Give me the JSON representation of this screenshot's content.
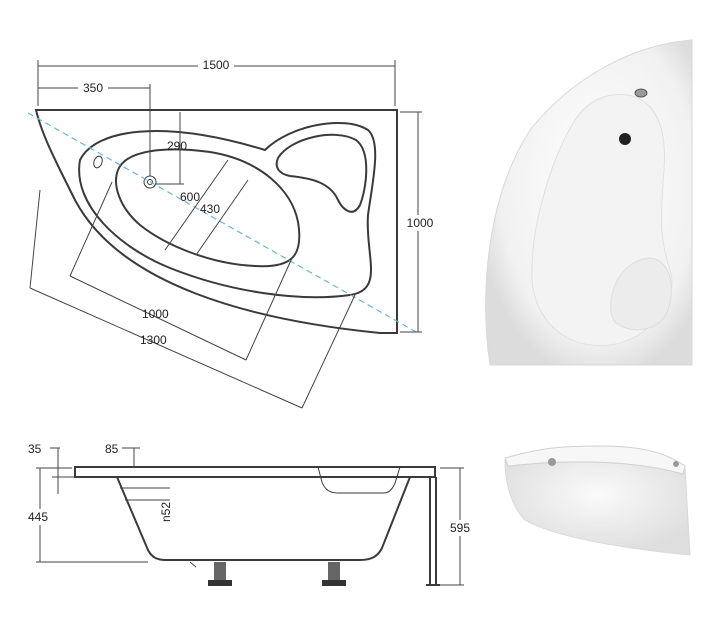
{
  "top_view": {
    "dims": {
      "width_total": "1500",
      "offset_left": "350",
      "depth_inner": "290",
      "height_total": "1000",
      "inner_depth_a": "600",
      "inner_depth_b": "430",
      "length_inner": "1000",
      "length_outer": "1300"
    }
  },
  "side_view": {
    "dims": {
      "rim_thickness": "35",
      "rim_width": "85",
      "height_bath": "445",
      "drain_label": "n52",
      "height_total": "595"
    }
  },
  "colors": {
    "outline": "#3a3a3a",
    "axis_dashed": "#6ab7d8",
    "photo_shade": "#e9e9e9"
  }
}
